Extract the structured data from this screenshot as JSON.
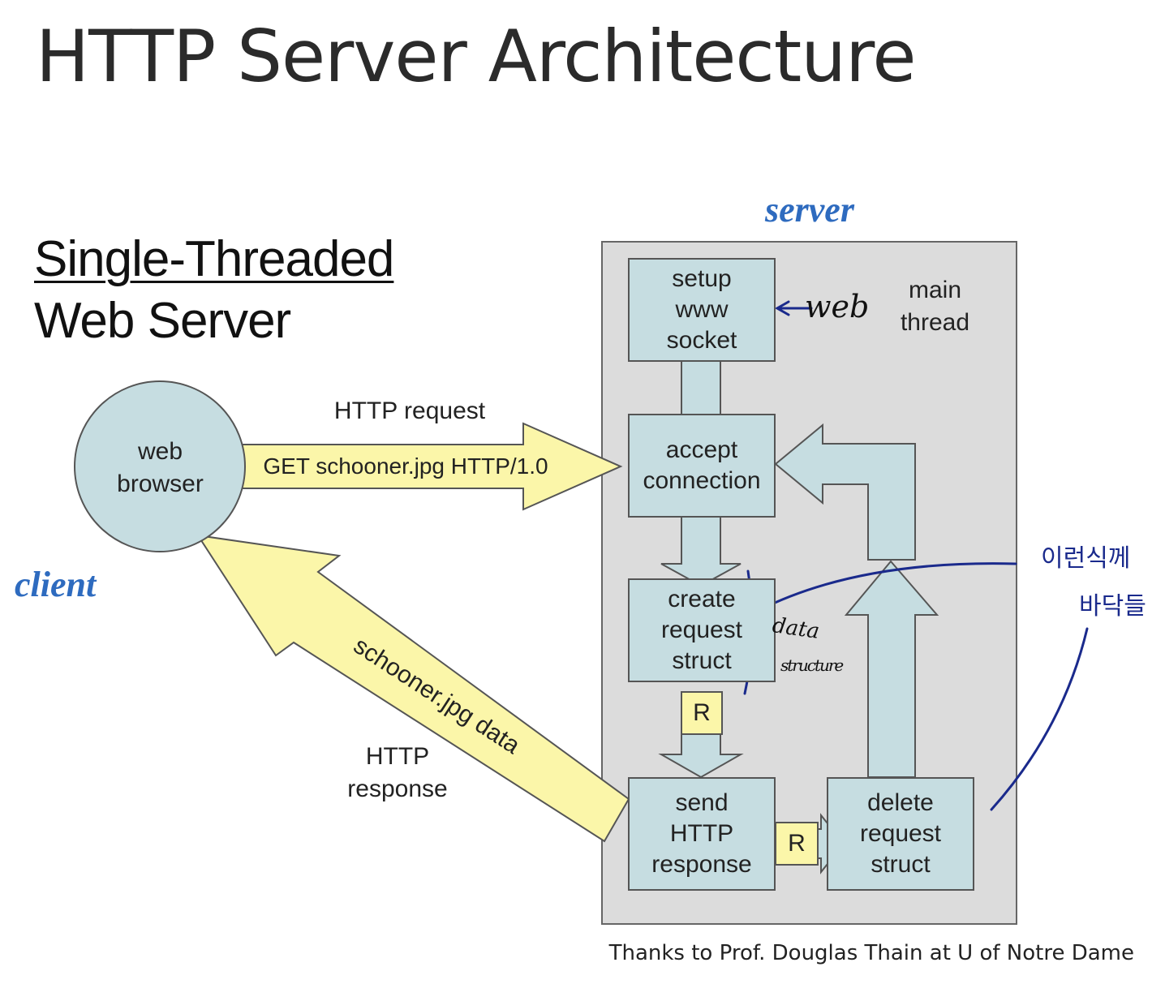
{
  "slide": {
    "title": "HTTP Server Architecture",
    "subtitle_line1": "Single-Threaded",
    "subtitle_line2": "Web Server",
    "credit": "Thanks to Prof. Douglas Thain at U of Notre Dame"
  },
  "diagram": {
    "server_label": "server",
    "client_label": "client",
    "web_browser": "web\nbrowser",
    "main_thread": "main\nthread",
    "nodes": {
      "setup": "setup\nwww\nsocket",
      "accept": "accept\nconnection",
      "create": "create\nrequest\nstruct",
      "send": "send\nHTTP\nresponse",
      "delete": "delete\nrequest\nstruct"
    },
    "request_marker_1": "R",
    "request_marker_2": "R",
    "http_request_label": "HTTP request",
    "http_request_content": "GET schooner.jpg HTTP/1.0",
    "http_response_label": "HTTP\nresponse",
    "http_response_content": "schooner.jpg data"
  },
  "annotations": {
    "web_note": "web",
    "data_structure_note_1": "data",
    "data_structure_note_2": "structure",
    "korean_note_1": "이런식께",
    "korean_note_2": "바닥들"
  },
  "colors": {
    "box_fill": "#c6dde1",
    "arrow_yellow": "#fbf6a9",
    "server_bg": "#dcdcdc",
    "ink_blue": "#1a2a8c",
    "label_blue": "#2e6bbf"
  }
}
